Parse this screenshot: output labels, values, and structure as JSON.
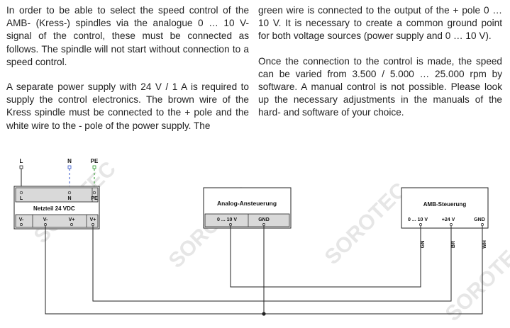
{
  "text": {
    "left": [
      "In order to be able to select the speed control of the AMB- (Kress-) spindles via the analogue 0 … 10 V-signal of the control, these must be connected as follows. The spindle will not start without connection to a speed control.",
      "A separate power supply with 24 V / 1 A is required to supply the control electronics. The brown wire of the Kress spindle must be connected to the + pole and the white wire to the - pole of the power supply. The"
    ],
    "right": [
      "green wire is connected to the output of the + pole 0 … 10 V. It is necessary to create a common ground point for both voltage sources (power supply and 0 … 10 V).",
      "Once the connection to the control is made, the speed can be varied from 3.500 / 5.000 … 25.000 rpm by software. A manual control is not possible. Please look up the necessary adjustments in the manuals of the hard- and software of your choice."
    ]
  },
  "diagram": {
    "mains": {
      "l": "L",
      "n": "N",
      "pe": "PE"
    },
    "power_supply": {
      "title": "Netzteil 24 VDC",
      "top_terminals": [
        "L",
        "N",
        "PE"
      ],
      "bottom_terminals": [
        "V-",
        "V-",
        "V+",
        "V+"
      ]
    },
    "analog_control": {
      "title": "Analog-Ansteuerung",
      "terminals": [
        "0 ... 10 V",
        "GND"
      ]
    },
    "amb_control": {
      "title": "AMB-Steuerung",
      "terminals": [
        "0 ... 10 V",
        "+24 V",
        "GND"
      ],
      "wires": [
        "GN",
        "BR",
        "WH"
      ]
    },
    "watermark": "SOROTEC",
    "colors": {
      "line": "#222222",
      "box_fill": "#d9d9d9",
      "neutral": "#3355cc",
      "earth": "#2a9a2a"
    }
  }
}
